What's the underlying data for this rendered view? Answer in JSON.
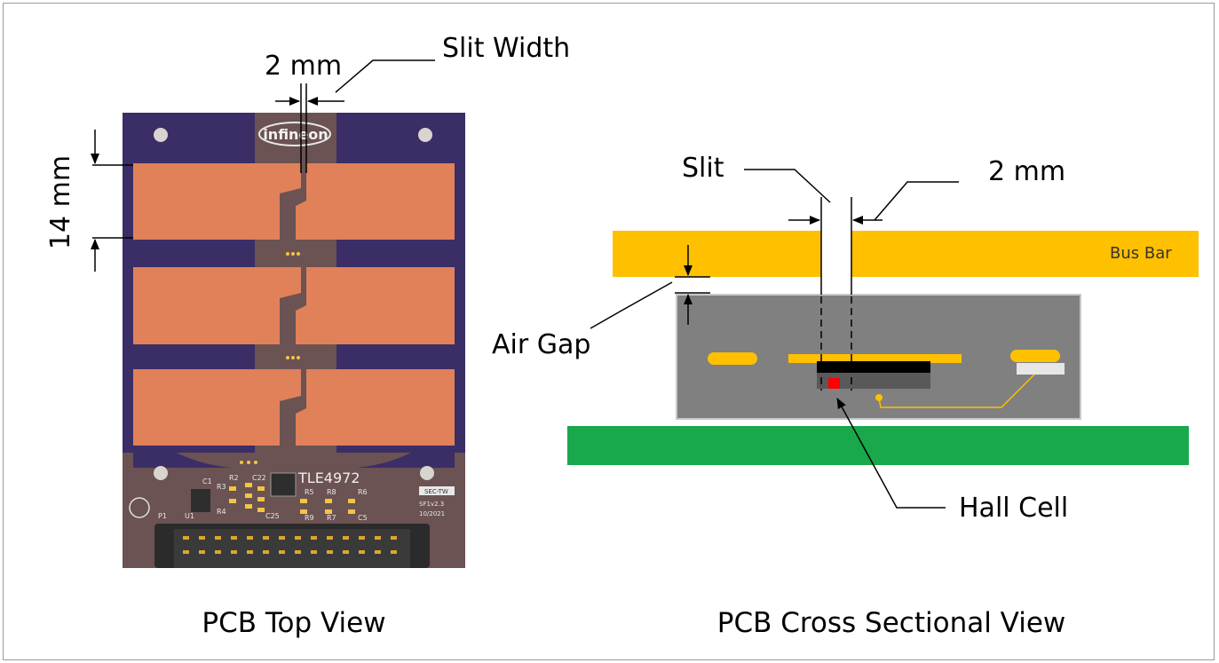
{
  "top_view": {
    "caption": "PCB Top View",
    "slit_width_label": "Slit Width",
    "slit_width_value": "2 mm",
    "height_value": "14 mm",
    "logo_text": "infineon",
    "part_number": "TLE4972",
    "silkscreen": {
      "ref_c1": "C1",
      "ref_r2": "R2",
      "ref_c22": "C22",
      "ref_r3": "R3",
      "ref_u1": "U1",
      "ref_r4": "R4",
      "ref_c25": "C25",
      "ref_r5": "R5",
      "ref_r8": "R8",
      "ref_r6": "R6",
      "ref_r9": "R9",
      "ref_r7": "R7",
      "ref_c5": "C5",
      "ref_p1": "P1",
      "badge": "SEC-TW",
      "version": "SF1v2.3",
      "date": "10/2021"
    }
  },
  "cross_section": {
    "caption": "PCB Cross Sectional View",
    "slit_label": "Slit",
    "slit_value": "2 mm",
    "bus_bar_label": "Bus Bar",
    "air_gap_label": "Air Gap",
    "hall_cell_label": "Hall Cell"
  },
  "colors": {
    "pcb_purple": "#3b2d66",
    "pcb_brown": "#6b5253",
    "copper": "#e0815a",
    "bus_bar": "#ffc000",
    "package_gray": "#808080",
    "green_pcb": "#19a84b",
    "hall_cell": "#ff0000"
  }
}
